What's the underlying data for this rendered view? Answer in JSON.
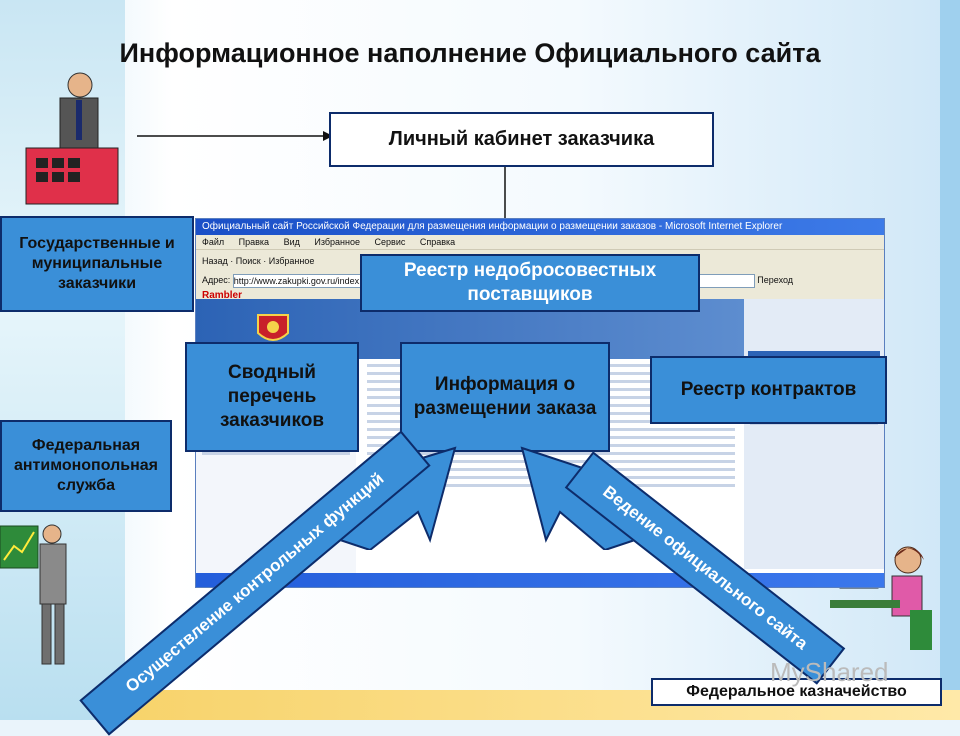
{
  "title": "Информационное наполнение Официального сайта",
  "boxes": {
    "cabinet": "Личный кабинет заказчика",
    "state_customers": "Государственные и муниципальные заказчики",
    "fas": "Федеральная антимонопольная служба",
    "registry_unfair": "Реестр недобросовестных поставщиков",
    "customer_list": "Сводный перечень заказчиков",
    "order_info": "Информация о размещении заказа",
    "contracts_registry": "Реестр контрактов",
    "treasury": "Федеральное казначейство"
  },
  "arrows": {
    "control": "Осуществление контрольных функций",
    "maintain": "Ведение официального сайта"
  },
  "browser": {
    "title": "Официальный сайт Российской Федерации для размещения информации о размещении заказов - Microsoft Internet Explorer",
    "menu": [
      "Файл",
      "Правка",
      "Вид",
      "Избранное",
      "Сервис",
      "Справка"
    ],
    "toolbar": "Назад · Поиск · Избранное",
    "address_label": "Адрес:",
    "url": "http://www.zakupki.gov.ru/index.html",
    "go_label": "Переход",
    "rambler": "Rambler"
  },
  "watermark": "MyShared",
  "colors": {
    "box_fill": "#3a8fd8",
    "box_border": "#0d2c6b",
    "site_blue": "#2c63b5"
  }
}
